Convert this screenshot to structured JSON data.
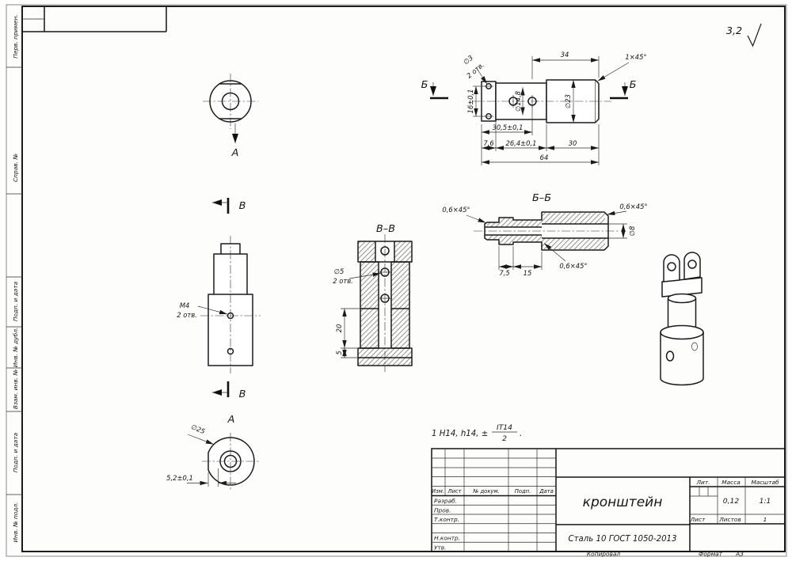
{
  "sheet": {
    "roughness": "3,2",
    "note_prefix": "1 Н14, h14, ±",
    "note_num": "IT14",
    "note_den": "2",
    "note_suffix": ".",
    "copied": "Копировал",
    "format_label": "Формат",
    "format_value": "А3"
  },
  "margin": {
    "perv": "Перв. примен.",
    "sprav": "Справ. №",
    "podp1": "Подп. и дата",
    "invdubl": "Инв. № дубл.",
    "vzam": "Взам. инв. №",
    "podp2": "Подп. и дата",
    "invpodl": "Инв. № подл."
  },
  "labels": {
    "arrow_a": "А",
    "view_a": "А",
    "sec_v_top": "В",
    "sec_v_bot": "В",
    "sec_vv": "В–В",
    "sec_b_left": "Б",
    "sec_b_right": "Б",
    "sec_bb": "Б–Б"
  },
  "dims": {
    "m4": "М4",
    "m4_qty": "2 отв.",
    "d25": "∅25",
    "flat": "5,2±0,1",
    "d5": "∅5",
    "d5_qty": "2 отв.",
    "h20": "20",
    "h5": "5",
    "d3": "∅3",
    "d3_qty": "2 отв.",
    "len34": "34",
    "ch1": "1×45°",
    "h16": "16±0,1",
    "d148": "∅14,8",
    "d23": "∅23",
    "len305": "30,5±0,1",
    "len76": "7,6",
    "len264": "26,4±0,1",
    "len30": "30",
    "len64": "64",
    "ch06l": "0,6×45°",
    "ch06r": "0,6×45°",
    "ch06m": "0,6×45°",
    "d8": "∅8",
    "len75": "7,5",
    "len15": "15"
  },
  "tb": {
    "izm": "Изм.",
    "list_col": "Лист",
    "ndok": "№ докум.",
    "podp": "Подп.",
    "data": "Дата",
    "razrab": "Разраб.",
    "prov": "Пров.",
    "tkontr": "Т.контр.",
    "nkontr": "Н.контр.",
    "utv": "Утв.",
    "name": "кронштейн",
    "material": "Сталь 10  ГОСТ 1050-2013",
    "lit": "Лит.",
    "massa": "Масса",
    "masshtab": "Масштаб",
    "massa_val": "0,12",
    "masshtab_val": "1:1",
    "list": "Лист",
    "listov": "Листов",
    "listov_val": "1"
  }
}
